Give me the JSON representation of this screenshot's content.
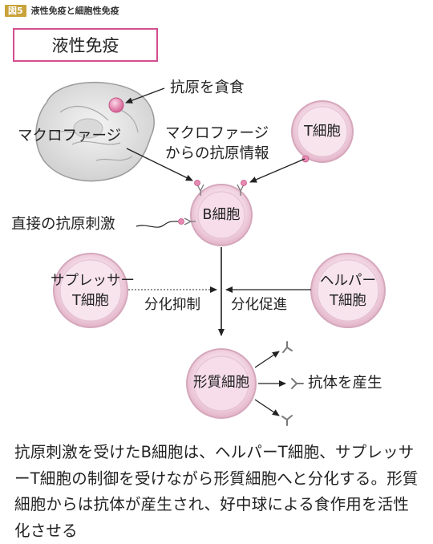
{
  "figure": {
    "tag": "図5",
    "caption": "液性免疫と細胞性免疫"
  },
  "title": "液性免疫",
  "labels": {
    "antigen_phagocytosis": "抗原を貪食",
    "macrophage": "マクロファージ",
    "macrophage_info_line1": "マクロファージ",
    "macrophage_info_line2": "からの抗原情報",
    "t_cell": "T細胞",
    "b_cell": "B細胞",
    "direct_stimulus": "直接の抗原刺激",
    "suppressor_line1": "サプレッサー",
    "suppressor_line2": "T細胞",
    "helper_line1": "ヘルパー",
    "helper_line2": "T細胞",
    "diff_suppress": "分化抑制",
    "diff_promote": "分化促進",
    "plasma_cell": "形質細胞",
    "antibody_production": "抗体を産生"
  },
  "description": "抗原刺激を受けたB細胞は、ヘルパーT細胞、サプレッサーT細胞の制御を受けながら形質細胞へと分化する。形質細胞からは抗体が産生され、好中球による食作用を活性化させる",
  "colors": {
    "accent_pink": "#d24f90",
    "cell_fill": "#f3dbe6",
    "cell_core": "#e7b2c9",
    "macrophage_fill": "#e6e6e6",
    "antigen": "#e68ab2",
    "tag_gold": "#c9a33a"
  }
}
